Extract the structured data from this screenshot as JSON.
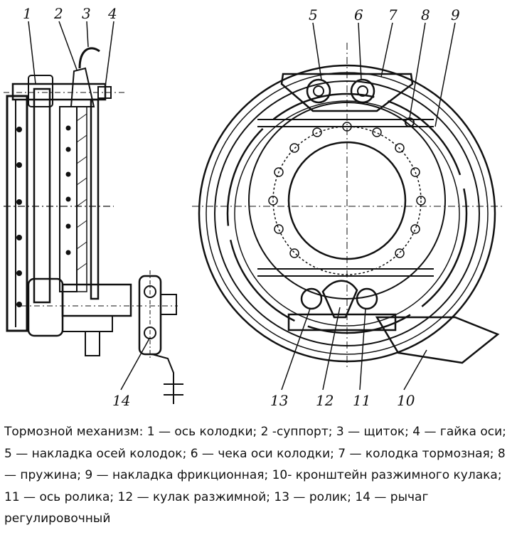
{
  "labels": {
    "l1": "1",
    "l2": "2",
    "l3": "3",
    "l4": "4",
    "l5": "5",
    "l6": "6",
    "l7": "7",
    "l8": "8",
    "l9": "9",
    "l10": "10",
    "l11": "11",
    "l12": "12",
    "l13": "13",
    "l14": "14"
  },
  "caption": "Тормозной механизм: 1 — ось колодки; 2 -суппорт; 3 — щиток; 4 — гайка оси; 5 — накладка осей колодок; 6 — чека оси колодки; 7 — колодка тормозная; 8 — пружина; 9 — накладка фрикционная; 10- кронштейн разжимного кулака; 11 — ось ролика; 12 — кулак разжимной; 13 — ролик; 14 — рычаг регулировочный"
}
